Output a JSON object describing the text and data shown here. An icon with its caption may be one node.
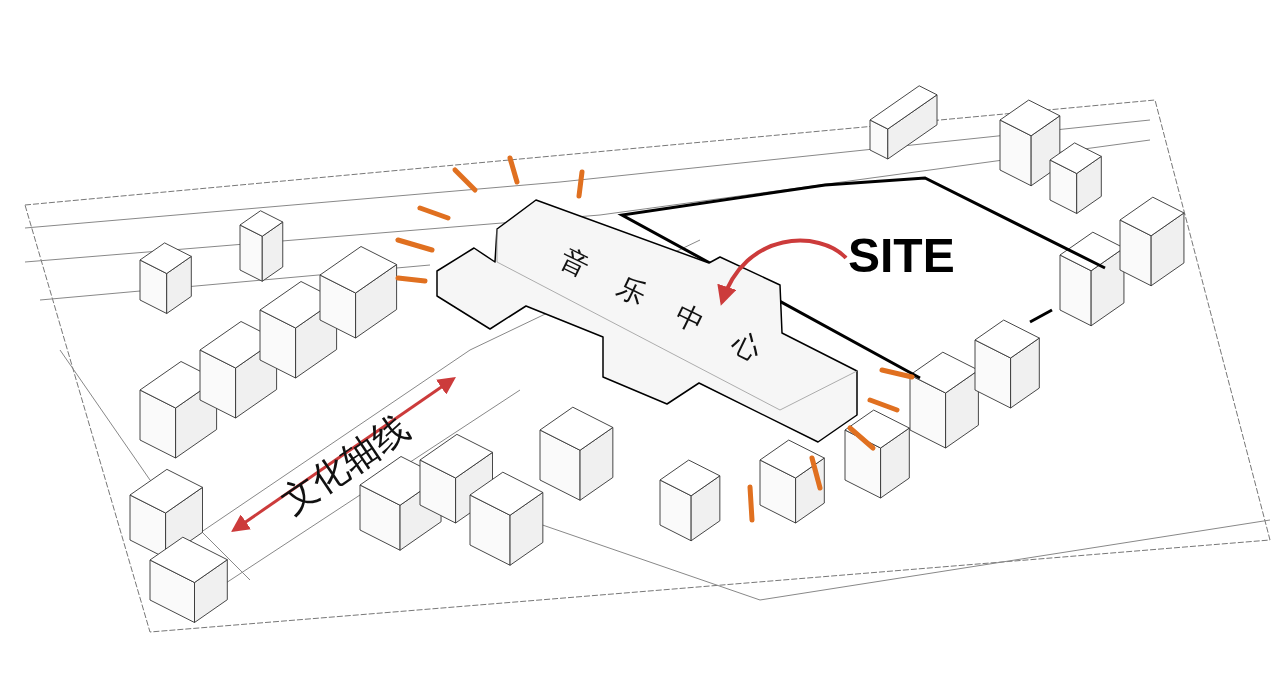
{
  "diagram": {
    "nodes": [
      {
        "text": [
          "音乐中心"
        ]
      },
      {
        "text": [
          "SITE"
        ]
      }
    ],
    "edges": [
      {
        "from": 1,
        "to": 0,
        "arrow": "to"
      }
    ],
    "labels": [
      "文化轴线"
    ]
  }
}
